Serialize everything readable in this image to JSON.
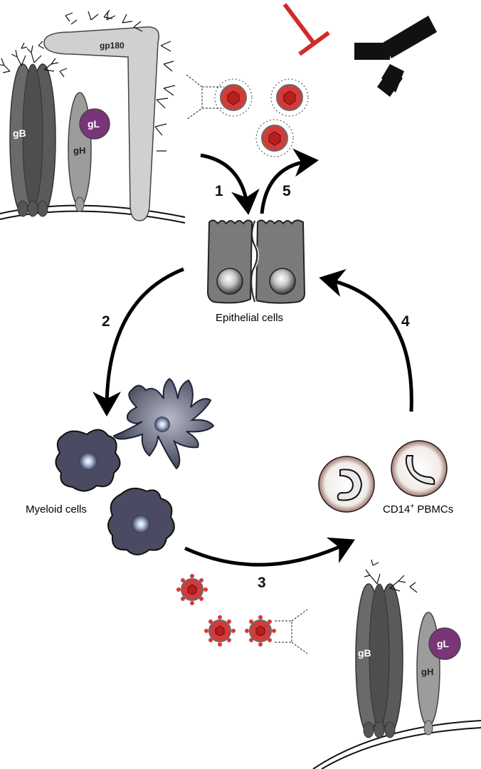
{
  "labels": {
    "epithelial": "Epithelial cells",
    "myeloid": "Myeloid cells",
    "pbmc_prefix": "CD14",
    "pbmc_sup": "+",
    "pbmc_suffix": " PBMCs"
  },
  "steps": [
    "1",
    "2",
    "3",
    "4",
    "5"
  ],
  "glycoproteins": {
    "gB": "gB",
    "gH": "gH",
    "gL": "gL",
    "gp180": "gp180"
  },
  "colors": {
    "glycoprotein_gB": "#5f5f5f",
    "glycoprotein_gH": "#9a9a9a",
    "glycoprotein_gL": "#7a3578",
    "gp180": "#cfcfcf",
    "inhibition": "#d42a2a",
    "antibody": "#111111",
    "virion": "#d43a3a",
    "myeloid_cell": "#4a4a62",
    "pbmc_ring": "#6b4a42"
  }
}
